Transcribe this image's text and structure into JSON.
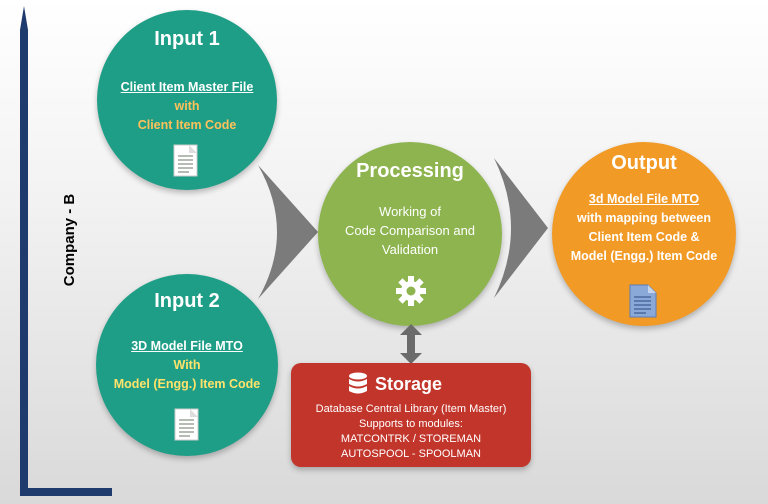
{
  "side_label": "Company - B",
  "input1": {
    "title": "Input 1",
    "line1": "Client Item Master File",
    "line2": "with",
    "line3": "Client Item Code"
  },
  "input2": {
    "title": "Input 2",
    "line1": "3D Model File MTO",
    "line2": "With",
    "line3": "Model (Engg.) Item Code"
  },
  "processing": {
    "title": "Processing",
    "line1": "Working of",
    "line2": "Code Comparison and",
    "line3": "Validation"
  },
  "output": {
    "title": "Output",
    "line1": "3d Model File MTO",
    "line2": "with mapping between",
    "line3": "Client Item Code &",
    "line4": "Model (Engg.) Item Code"
  },
  "storage": {
    "title": "Storage",
    "line1": "Database Central Library (Item Master)",
    "line2": "Supports to modules:",
    "line3": "MATCONTRK / STOREMAN",
    "line4": "AUTOSPOOL - SPOOLMAN"
  },
  "colors": {
    "input": "#1e9e86",
    "processing": "#8db44e",
    "output": "#f29a26",
    "storage": "#c2352b",
    "bracket": "#1f3a6d",
    "arrow": "#7b7b7b"
  }
}
